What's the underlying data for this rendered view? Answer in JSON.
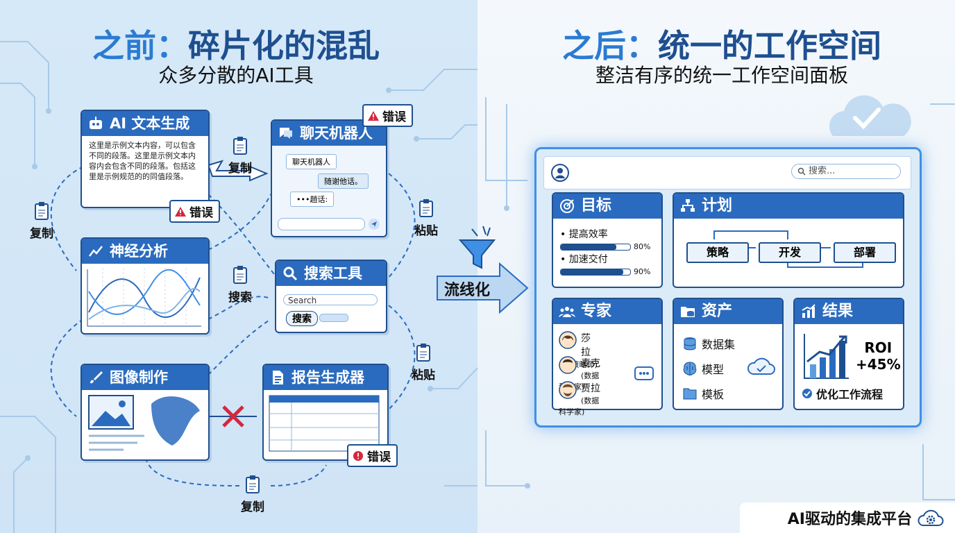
{
  "left": {
    "title_prefix": "之前：",
    "title_main": "碎片化的混乱",
    "subtitle": "众多分散的AI工具",
    "cards": {
      "text_gen": {
        "title": "AI 文本生成",
        "body": "这里是示例文本内容，可以包含不同的段落。这里是示例文本内容内会包含不同的段落。包括这里是示例规范的的同值段落。"
      },
      "chatbot": {
        "title": "聊天机器人",
        "msg1": "聊天机器人",
        "msg2": "随谢他话。",
        "msg3": "•••趙话:"
      },
      "neural": {
        "title": "神经分析"
      },
      "search": {
        "title": "搜索工具",
        "placeholder": "Search",
        "button": "搜索"
      },
      "image": {
        "title": "图像制作"
      },
      "report": {
        "title": "报告生成器"
      }
    },
    "errors": [
      "错误",
      "错误",
      "错误"
    ],
    "ops": {
      "copy_top": "复制",
      "copy_left": "复制",
      "paste_right": "粘贴",
      "search_mid": "搜索",
      "paste_lower": "粘贴",
      "copy_bottom": "复制"
    }
  },
  "center": {
    "label": "流线化"
  },
  "right": {
    "title_prefix": "之后：",
    "title_main": "统一的工作空间",
    "subtitle": "整洁有序的统一工作空间面板",
    "search_placeholder": "搜索...",
    "goals": {
      "title": "目标",
      "items": [
        {
          "label": "提高效率",
          "value": 0.8,
          "pct": "80%"
        },
        {
          "label": "加速交付",
          "value": 0.9,
          "pct": "90%"
        }
      ]
    },
    "plan": {
      "title": "计划",
      "steps": [
        "策略",
        "开发",
        "部署"
      ]
    },
    "experts": {
      "title": "专家",
      "people": [
        {
          "name": "莎拉",
          "role": "(AI 策略师)"
        },
        {
          "name": "麦克",
          "role": "(数据科学家)"
        },
        {
          "name": "贾拉",
          "role": "(数据科学家)"
        }
      ]
    },
    "assets": {
      "title": "资产",
      "items": [
        "数据集",
        "模型",
        "模板"
      ]
    },
    "results": {
      "title": "结果",
      "roi_label": "ROI",
      "roi_value": "+45%",
      "note": "优化工作流程"
    }
  },
  "footer": {
    "label": "AI驱动的集成平台"
  },
  "colors": {
    "primary": "#2a6bbf",
    "dark": "#1e4f8f",
    "accent": "#3f8fe6",
    "error": "#d7263d"
  }
}
